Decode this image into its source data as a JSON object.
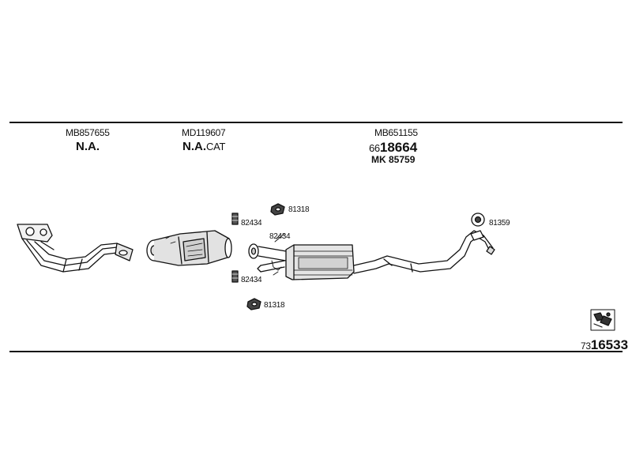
{
  "header": {
    "parts": [
      {
        "code": "MB857655",
        "label": "N.A.",
        "suffix": ""
      },
      {
        "code": "MD119607",
        "label": "N.A.",
        "suffix": "CAT"
      },
      {
        "code": "MB651155",
        "line2_prefix": "66",
        "line2_main": "18664",
        "line3": "MK  85759"
      }
    ]
  },
  "callouts": {
    "c1": "81318",
    "c2": "82434",
    "c3": "82434",
    "c4": "82434",
    "c5": "81318",
    "c6": "81359"
  },
  "footer": {
    "id_prefix": "73",
    "id_main": "16533"
  },
  "icons": {
    "corner": "system-logo-icon"
  }
}
